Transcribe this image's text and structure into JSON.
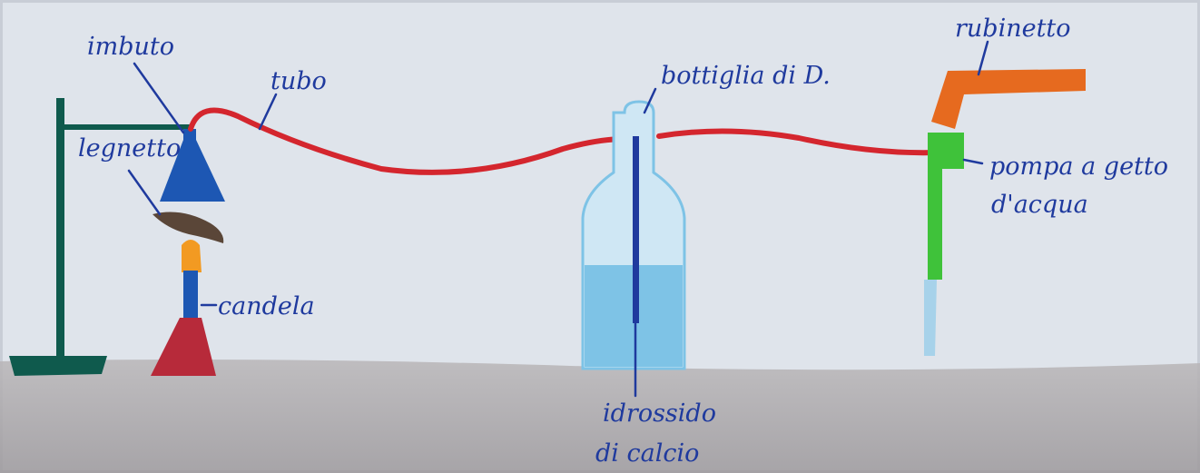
{
  "labels": {
    "imbuto": "imbuto",
    "tubo": "tubo",
    "legnetto": "legnetto",
    "candela": "candela",
    "bottiglia": "bottiglia di D.",
    "rubinetto": "rubinetto",
    "pompa_1": "pompa a getto",
    "pompa_2": "d'acqua",
    "idrossido_1": "idrossido",
    "idrossido_2": "di calcio"
  },
  "colors": {
    "paper": "#dfe4eb",
    "ink_blue": "#1f3a9e",
    "tube_red": "#d4262e",
    "stand_green": "#0f5a4d",
    "funnel_blue": "#1d57b3",
    "tap_orange": "#e66a1f",
    "pump_green": "#3fc23a",
    "bottle_cyan": "#7ec3e6",
    "candle_red": "#b72a3a",
    "flame_orange": "#f29a22",
    "table_grey": "#a8a4a4"
  }
}
